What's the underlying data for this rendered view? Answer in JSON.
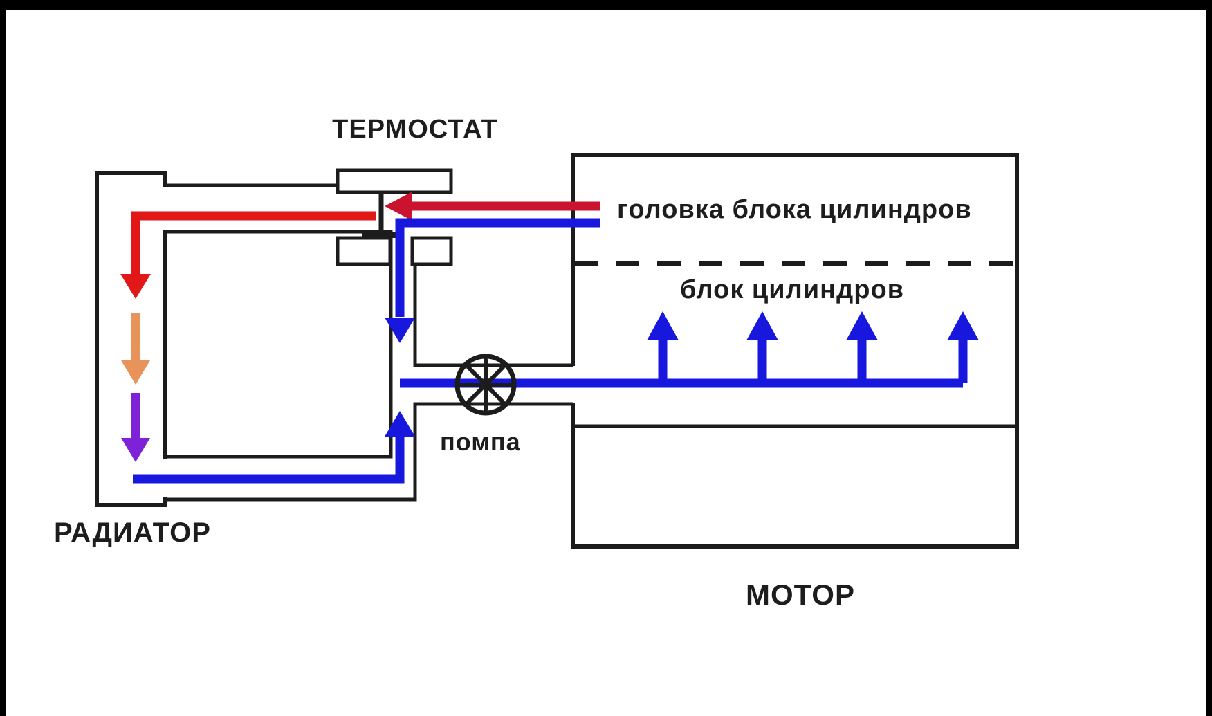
{
  "labels": {
    "thermostat": "ТЕРМОСТАТ",
    "cylinder_head": "головка блока цилиндров",
    "cylinder_block": "блок цилиндров",
    "pump": "помпа",
    "radiator": "РАДИАТОР",
    "motor": "МОТОР"
  },
  "colors": {
    "hot_line": "#c9132f",
    "hot": "#e21717",
    "warm": "#e8935a",
    "cooled": "#7e22d8",
    "cold": "#1717dd",
    "metal": "#8f8f8f"
  }
}
